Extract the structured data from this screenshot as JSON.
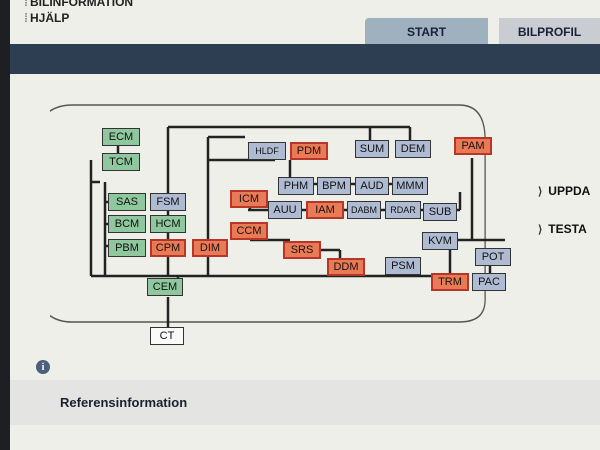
{
  "menu": {
    "items": [
      "BILINFORMATION",
      "HJÄLP"
    ]
  },
  "tabs": [
    {
      "label": "START",
      "active": true
    },
    {
      "label": "BILPROFIL",
      "active": false
    }
  ],
  "diagram": {
    "modules": {
      "ecm": "ECM",
      "tcm": "TCM",
      "sas": "SAS",
      "bcm": "BCM",
      "pbm": "PBM",
      "fsm": "FSM",
      "hcm": "HCM",
      "cpm": "CPM",
      "dim": "DIM",
      "cem": "CEM",
      "ct": "CT",
      "hldf": "HLDF",
      "pdm": "PDM",
      "sum": "SUM",
      "dem": "DEM",
      "pam": "PAM",
      "icm": "ICM",
      "phm": "PHM",
      "bpm": "BPM",
      "aud": "AUD",
      "mmm": "MMM",
      "auu": "AUU",
      "iam": "IAM",
      "dabm": "DABM",
      "rdar": "RDAR",
      "sub": "SUB",
      "ccm": "CCM",
      "srs": "SRS",
      "ddm": "DDM",
      "kvm": "KVM",
      "pot": "POT",
      "psm": "PSM",
      "trm": "TRM",
      "pac": "PAC"
    }
  },
  "side_actions": [
    "UPPDA",
    "TESTA"
  ],
  "reference": {
    "title": "Referensinformation"
  },
  "colors": {
    "ok": "#8fc79e",
    "normal": "#aebbd3",
    "fault": "#e87a55",
    "navbar": "#2d3e52"
  }
}
